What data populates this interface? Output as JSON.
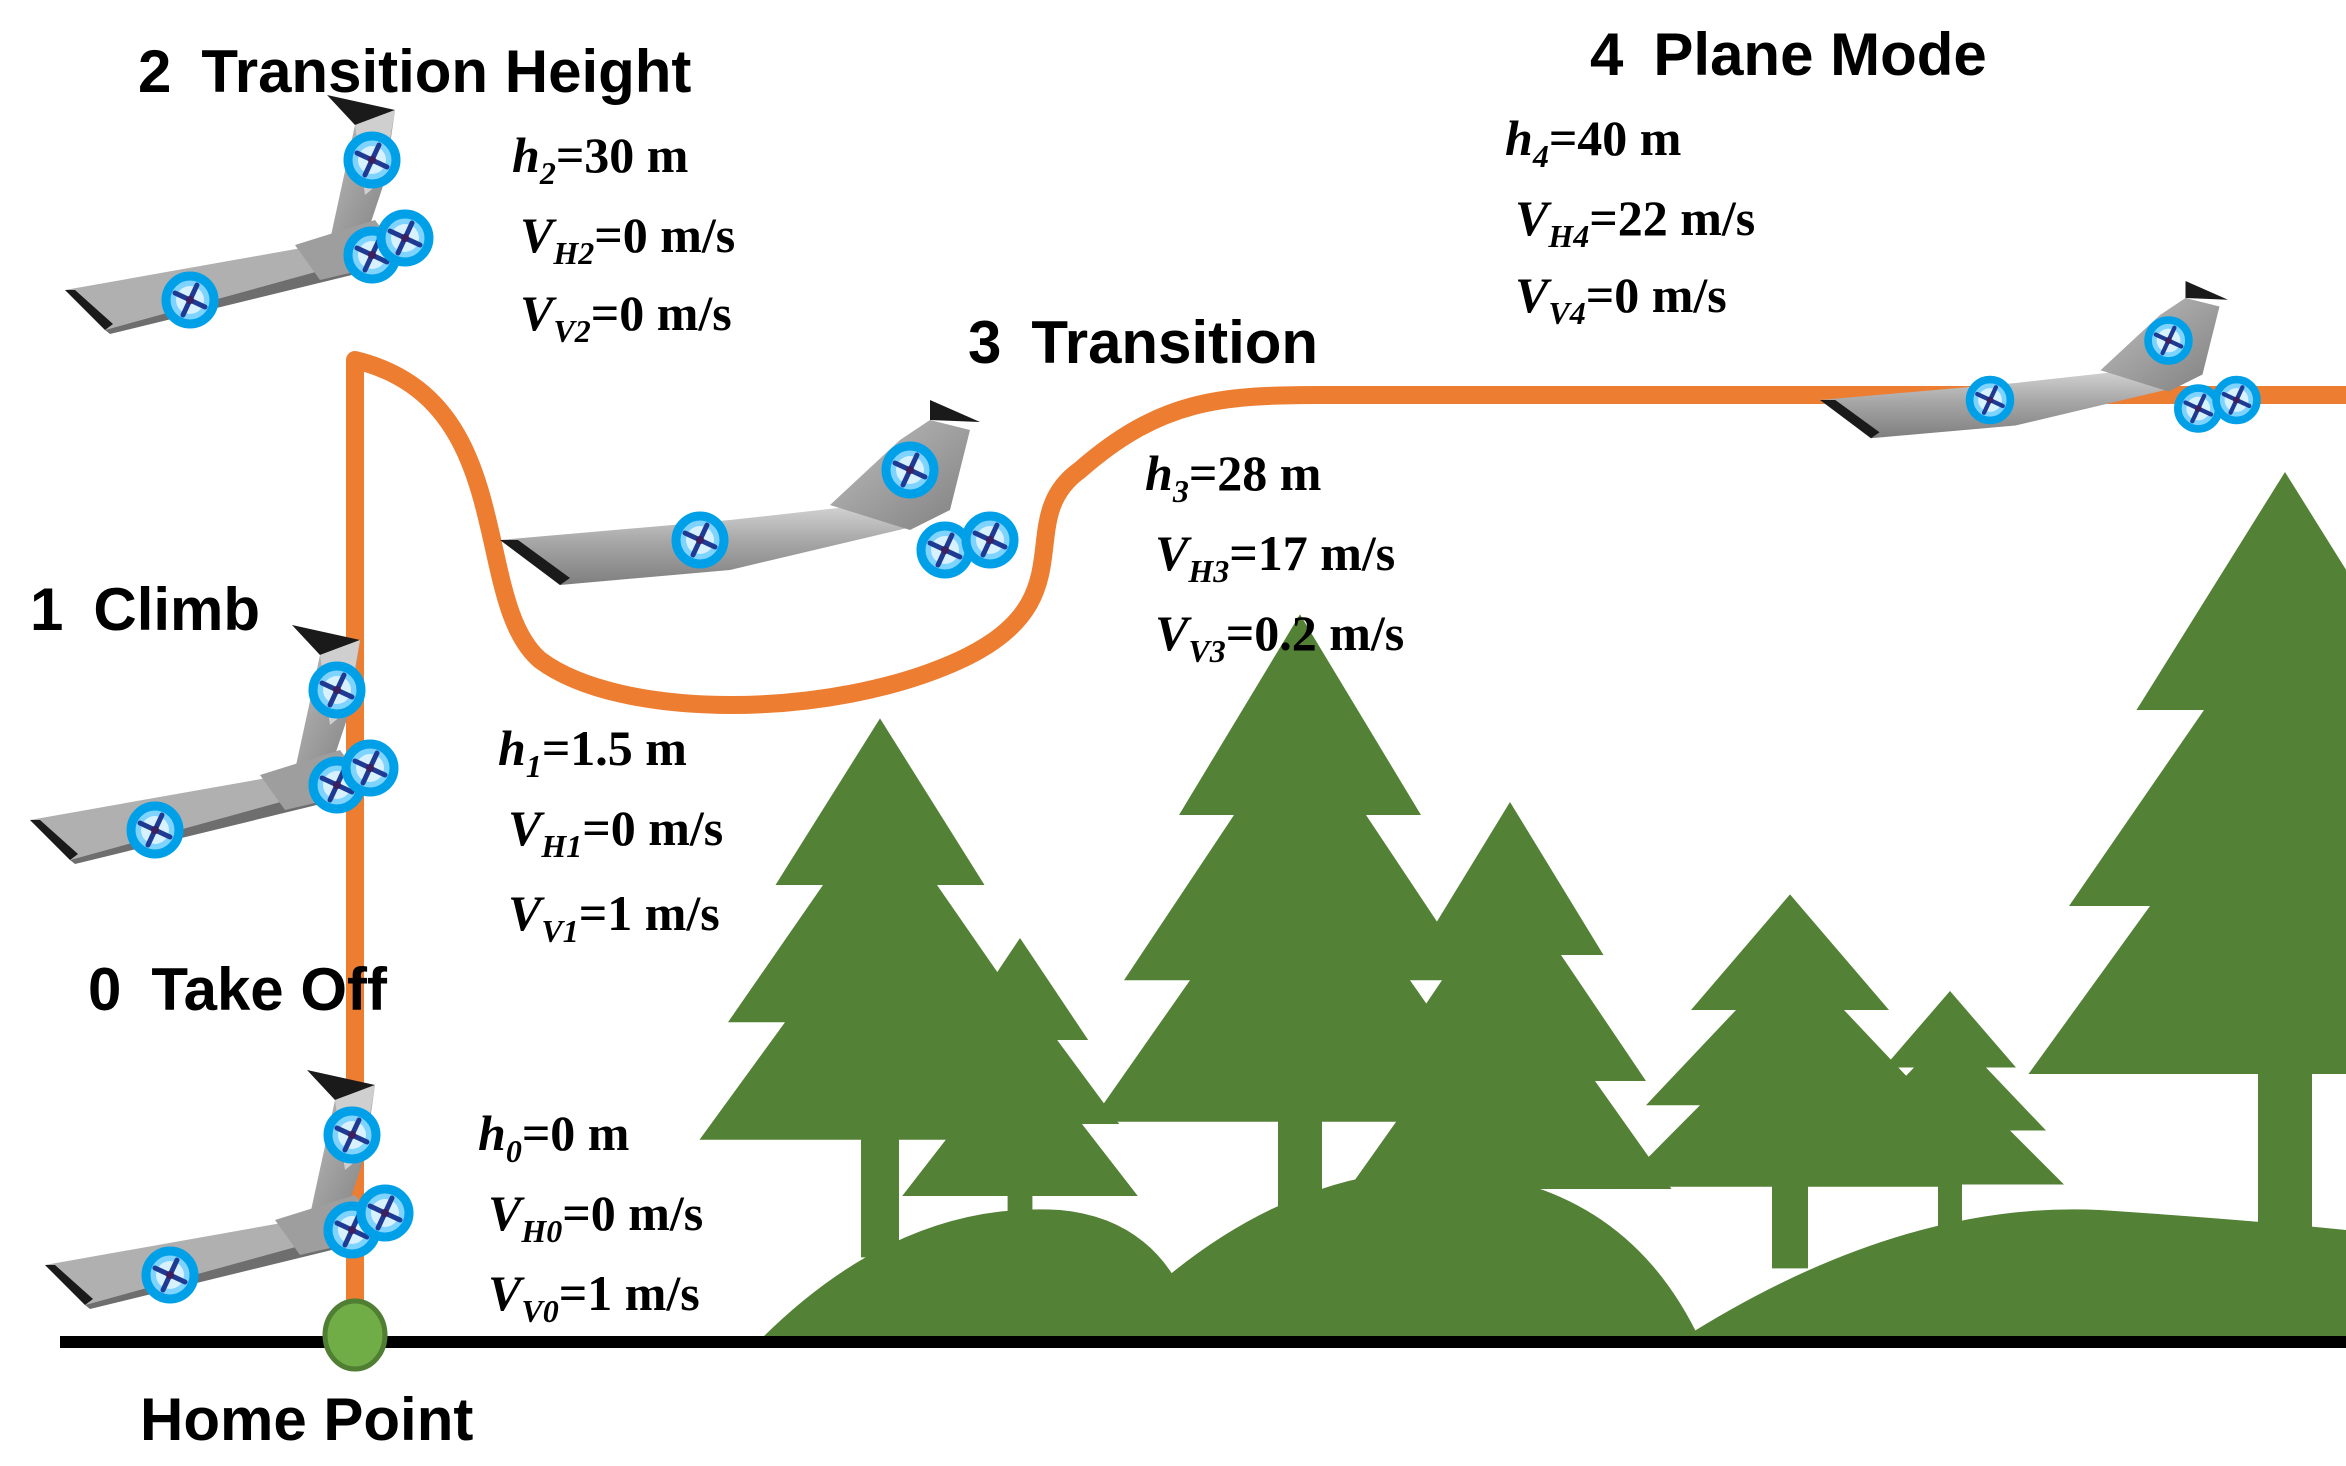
{
  "phases": [
    {
      "number": "0",
      "name": "Take Off",
      "height": {
        "sym": "h",
        "sub": "0",
        "val": "=0 m"
      },
      "vh": {
        "sym": "V",
        "sub": "H0",
        "val": "=0 m/s"
      },
      "vv": {
        "sym": "V",
        "sub": "V0",
        "val": "=1 m/s"
      }
    },
    {
      "number": "1",
      "name": "Climb",
      "height": {
        "sym": "h",
        "sub": "1",
        "val": "=1.5 m"
      },
      "vh": {
        "sym": "V",
        "sub": "H1",
        "val": "=0 m/s"
      },
      "vv": {
        "sym": "V",
        "sub": "V1",
        "val": "=1 m/s"
      }
    },
    {
      "number": "2",
      "name": "Transition Height",
      "height": {
        "sym": "h",
        "sub": "2",
        "val": "=30 m"
      },
      "vh": {
        "sym": "V",
        "sub": "H2",
        "val": "=0 m/s"
      },
      "vv": {
        "sym": "V",
        "sub": "V2",
        "val": "=0 m/s"
      }
    },
    {
      "number": "3",
      "name": "Transition",
      "height": {
        "sym": "h",
        "sub": "3",
        "val": "=28 m"
      },
      "vh": {
        "sym": "V",
        "sub": "H3",
        "val": "=17 m/s"
      },
      "vv": {
        "sym": "V",
        "sub": "V3",
        "val": "=0.2 m/s"
      }
    },
    {
      "number": "4",
      "name": "Plane Mode",
      "height": {
        "sym": "h",
        "sub": "4",
        "val": "=40 m"
      },
      "vh": {
        "sym": "V",
        "sub": "H4",
        "val": "=22 m/s"
      },
      "vv": {
        "sym": "V",
        "sub": "V4",
        "val": "=0 m/s"
      }
    }
  ],
  "home_point": "Home Point",
  "colors": {
    "path": "#ed7d31",
    "tree": "#538135",
    "home_marker": "#70ad47",
    "home_marker_edge": "#507e32",
    "ground": "#000000",
    "aircraft_body": "#a6a6a6",
    "rotor_ring": "#00b0f0",
    "rotor_blade": "#1f3a93"
  },
  "icons": {
    "aircraft": "tiltrotor-flying-wing-icon",
    "tree": "pine-tree-icon",
    "home": "home-point-marker-icon"
  }
}
